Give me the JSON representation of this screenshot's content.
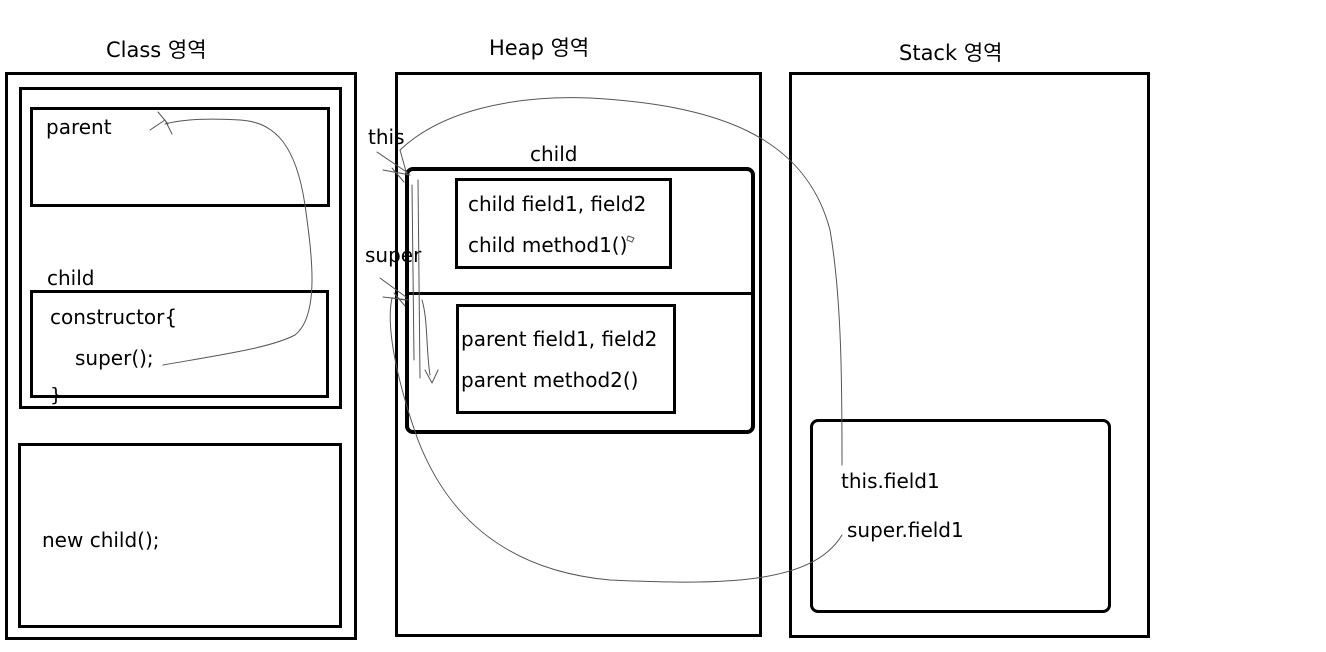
{
  "class_area": {
    "title": "Class 영역",
    "parent_label": "parent",
    "child_label": "child",
    "constructor_line": "constructor{",
    "super_call": "super();",
    "closing_brace": "}",
    "new_child": "new child();"
  },
  "heap_area": {
    "title": "Heap 영역",
    "this_label": "this",
    "super_label": "super",
    "child_label": "child",
    "child_fields": "child field1, field2",
    "child_method": "child method1()",
    "parent_fields": "parent field1, field2",
    "parent_method": "parent method2()"
  },
  "stack_area": {
    "title": "Stack 영역",
    "this_field": "this.field1",
    "super_field": "super.field1"
  }
}
